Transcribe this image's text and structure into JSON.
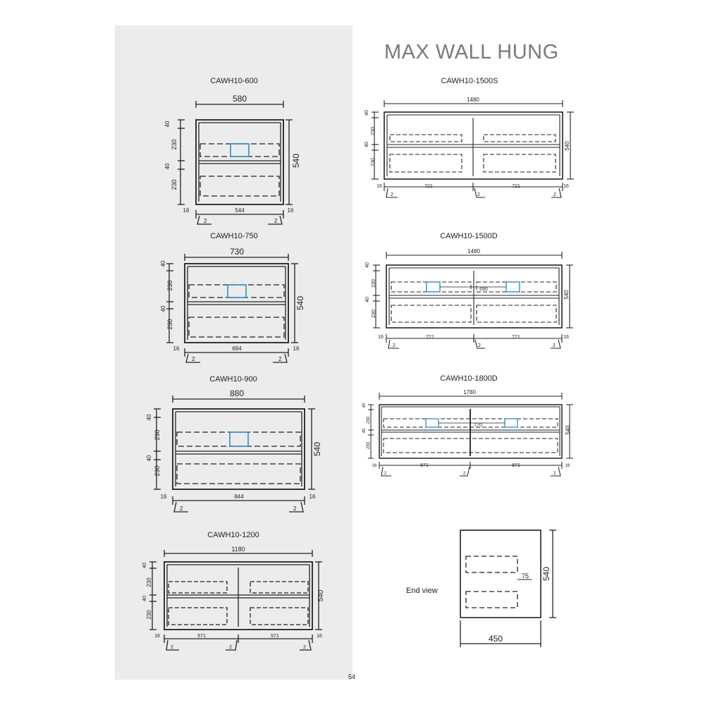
{
  "title": "MAX WALL HUNG",
  "page_number": "54",
  "colors": {
    "panel_bg": "#ececec",
    "line": "#222222",
    "handle": "#2f8fc7",
    "title": "#7a7a7a"
  },
  "units": {
    "u600": {
      "model": "CAWH10-600",
      "overall_width": "580",
      "inner_width": "544",
      "height": "540",
      "side": "16",
      "top_gap": "40",
      "drawer": "230",
      "mid_gap": "40",
      "drawer2": "230",
      "foot_l": "2",
      "foot_r": "2"
    },
    "u750": {
      "model": "CAWH10-750",
      "overall_width": "730",
      "inner_width": "694",
      "height": "540",
      "side": "16",
      "top_gap": "40",
      "drawer": "230",
      "mid_gap": "40",
      "drawer2": "230",
      "foot_l": "2",
      "foot_r": "2"
    },
    "u900": {
      "model": "CAWH10-900",
      "overall_width": "880",
      "inner_width": "844",
      "height": "540",
      "side": "16",
      "top_gap": "40",
      "drawer": "230",
      "mid_gap": "40",
      "drawer2": "230",
      "foot_l": "2",
      "foot_r": "2"
    },
    "u1200": {
      "model": "CAWH10-1200",
      "overall_width": "1180",
      "inner_left": "571",
      "inner_right": "571",
      "height": "540",
      "side": "16",
      "top_gap": "40",
      "drawer": "230",
      "mid_gap": "40",
      "drawer2": "230",
      "foot_l": "2",
      "foot_m": "2",
      "foot_r": "2"
    },
    "u1500s": {
      "model": "CAWH10-1500S",
      "overall_width": "1480",
      "inner_left": "721",
      "inner_right": "721",
      "height": "540",
      "side": "16",
      "top_gap": "40",
      "drawer": "230",
      "mid_gap": "40",
      "drawer2": "230",
      "foot_l": "2",
      "foot_m": "2",
      "foot_r": "2"
    },
    "u1500d": {
      "model": "CAWH10-1500D",
      "overall_width": "1480",
      "inner_left": "721",
      "inner_right": "721",
      "basin_gap": "690",
      "height": "540",
      "side": "16",
      "top_gap": "40",
      "drawer": "230",
      "mid_gap": "40",
      "drawer2": "230",
      "foot_l": "2",
      "foot_m": "2",
      "foot_r": "2"
    },
    "u1800d": {
      "model": "CAWH10-1800D",
      "overall_width": "1780",
      "inner_left": "871",
      "inner_right": "871",
      "basin_gap": "770",
      "height": "540",
      "side": "16",
      "top_gap": "40",
      "drawer": "230",
      "mid_gap": "40",
      "drawer2": "230",
      "foot_l": "2",
      "foot_m": "2",
      "foot_r": "2"
    }
  },
  "end_view": {
    "label": "End view",
    "depth": "450",
    "height": "540",
    "drawer_offset": "75"
  }
}
